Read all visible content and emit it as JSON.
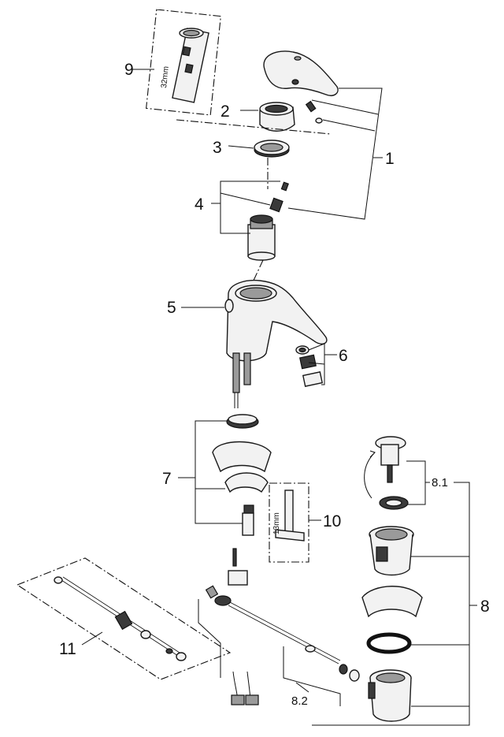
{
  "callouts": {
    "c1": "1",
    "c2": "2",
    "c3": "3",
    "c4": "4",
    "c5": "5",
    "c6": "6",
    "c7": "7",
    "c8": "8",
    "c8_1": "8.1",
    "c8_2": "8.2",
    "c9": "9",
    "c10": "10",
    "c11": "11"
  },
  "dimensions": {
    "tool9": "32mm",
    "tool10": "13mm"
  }
}
